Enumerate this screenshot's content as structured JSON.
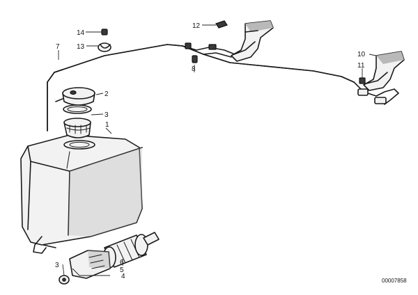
{
  "callouts": {
    "c1": "1",
    "c2": "2",
    "c3a": "3",
    "c3b": "3",
    "c4": "4",
    "c5": "5",
    "c6": "6",
    "c7": "7",
    "c8": "8",
    "c10": "10",
    "c11": "11",
    "c12": "12",
    "c13": "13",
    "c14": "14"
  },
  "reference_number": "00007858"
}
